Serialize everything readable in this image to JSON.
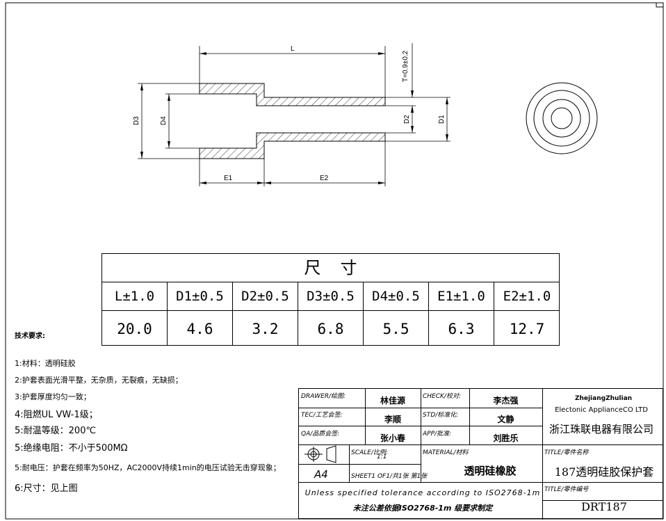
{
  "drawing": {
    "dim_labels": {
      "L": "L",
      "T": "T=0.9±0.2",
      "D1": "D1",
      "D2": "D2",
      "D3": "D3",
      "D4": "D4",
      "E1": "E1",
      "E2": "E2"
    }
  },
  "dimension_table": {
    "title": "尺寸",
    "headers": [
      "L±1.0",
      "D1±0.5",
      "D2±0.5",
      "D3±0.5",
      "D4±0.5",
      "E1±1.0",
      "E2±1.0"
    ],
    "values": [
      "20.0",
      "4.6",
      "3.2",
      "6.8",
      "5.5",
      "6.3",
      "12.7"
    ]
  },
  "requirements": {
    "heading": "技术要求:",
    "items": [
      "1:材料：透明硅胶",
      "2:护套表面光滑平整，无杂质，无裂痕，无缺损；",
      "3:护套厚度均匀一致；",
      "4:阻燃UL VW-1级；",
      "5:耐温等级：200℃",
      "5:绝缘电阻：不小于500MΩ",
      "5:耐电压：护套在频率为50HZ，AC2000V持续1min的电压试验无击穿现象；",
      "6:尺寸：见上图"
    ]
  },
  "title_block": {
    "drawer_label": "DRAWER/绘图:",
    "drawer_value": "林佳源",
    "check_label": "CHECK/校对:",
    "check_value": "李杰强",
    "tec_label": "TEC/工艺会签:",
    "tec_value": "李顺",
    "std_label": "STD/标准化:",
    "std_value": "文静",
    "qa_label": "QA/品质会签:",
    "qa_value": "张小春",
    "app_label": "APP/批准:",
    "app_value": "刘胜乐",
    "company_en_1": "ZhejiangZhulian",
    "company_en_2": "Electonic ApplianceCO LTD",
    "company_cn": "浙江珠联电器有限公司",
    "scale_label": "SCALE/比例:",
    "scale_value": "1:1",
    "material_label": "MATERIAL/材料",
    "material_value": "透明硅橡胶",
    "title_label": "TITLE/零件名称",
    "title_value": "187透明硅胶保护套",
    "paper_size": "A4",
    "sheet_label": "SHEET1 OF1/共1张 第1张",
    "tolerance_en": "Unless specified tolerance according to ISO2768-1m",
    "tolerance_cn": "未注公差依据ISO2768-1m 级要求制定",
    "part_no_label": "TITLE/零件编号",
    "part_no_value": "DRT187"
  }
}
